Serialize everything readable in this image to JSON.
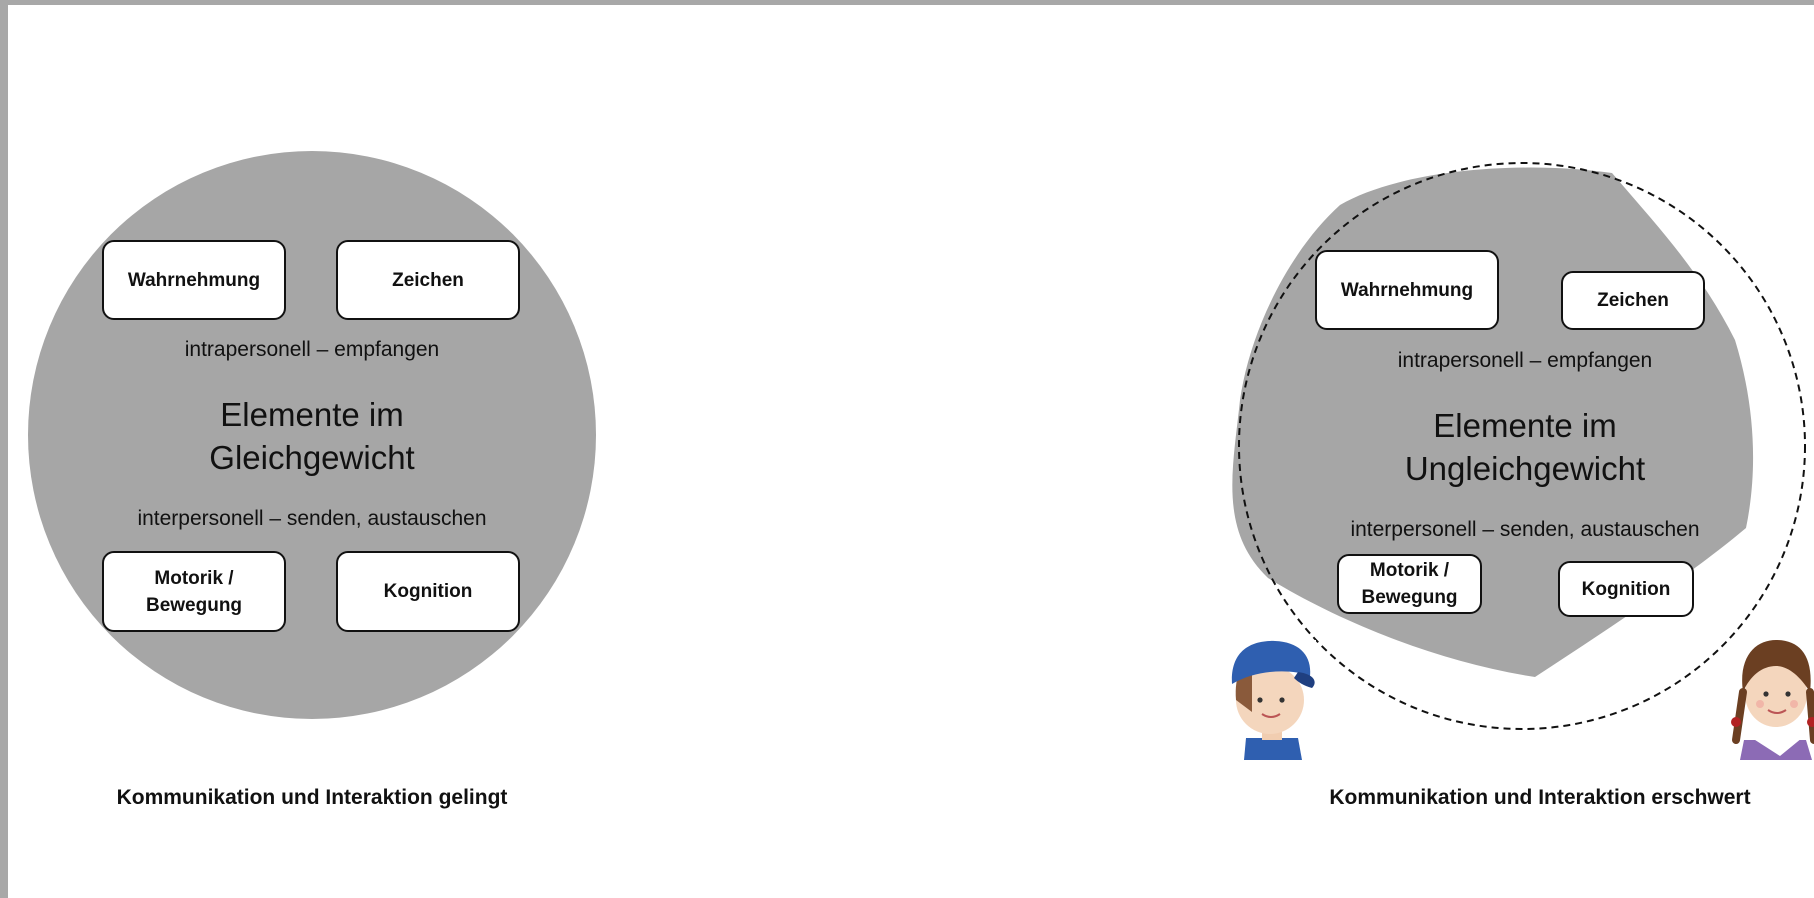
{
  "colors": {
    "circle_fill": "#a6a6a6",
    "box_border": "#111111",
    "frame": "#a8a8a8",
    "cap_blue": "#2f5fb0",
    "hair_brown": "#6b3f22",
    "ribbon_red": "#b22222"
  },
  "left_panel": {
    "boxes": {
      "top_left": "Wahrnehmung",
      "top_right": "Zeichen",
      "bottom_left_line1": "Motorik /",
      "bottom_left_line2": "Bewegung",
      "bottom_right": "Kognition"
    },
    "upper_text": "intrapersonell – empfangen",
    "title_line1": "Elemente im",
    "title_line2": "Gleichgewicht",
    "lower_text": "interpersonell – senden, austauschen",
    "caption": "Kommunikation und Interaktion gelingt"
  },
  "right_panel": {
    "boxes": {
      "top_left": "Wahrnehmung",
      "top_right": "Zeichen",
      "bottom_left_line1": "Motorik /",
      "bottom_left_line2": "Bewegung",
      "bottom_right": "Kognition"
    },
    "upper_text": "intrapersonell – empfangen",
    "title_line1": "Elemente im",
    "title_line2": "Ungleichgewicht",
    "lower_text": "interpersonell – senden, austauschen",
    "caption": "Kommunikation und Interaktion erschwert",
    "icons": {
      "boy": "boy-with-cap-illustration",
      "girl": "girl-with-braids-illustration"
    }
  }
}
